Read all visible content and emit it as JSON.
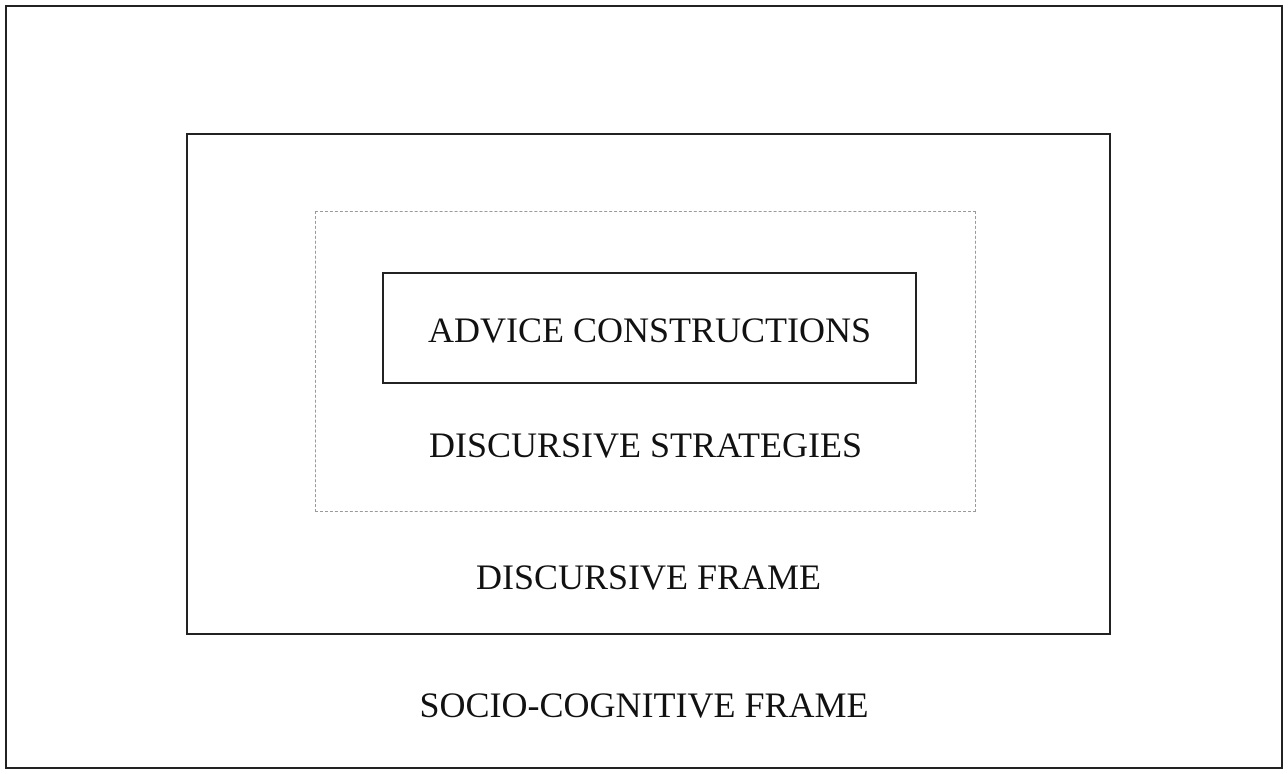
{
  "diagram": {
    "outer_frame_label": "SOCIO-COGNITIVE FRAME",
    "discursive_frame_label": "DISCURSIVE FRAME",
    "strategies_label": "DISCURSIVE STRATEGIES",
    "advice_label": "ADVICE CONSTRUCTIONS",
    "colors": {
      "border": "#222222",
      "dashed_border": "#9a9a9a",
      "text": "#111111",
      "background": "#ffffff"
    }
  }
}
